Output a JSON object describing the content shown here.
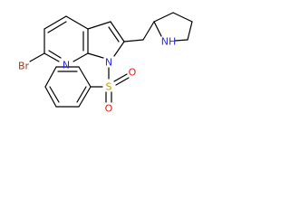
{
  "molecule": {
    "atoms": {
      "br": {
        "text": "Br",
        "color": "#9a3b1f"
      },
      "n_pyridine": {
        "text": "N",
        "color": "#2d2de0"
      },
      "n_pyrrole": {
        "text": "N",
        "color": "#2d2de0"
      },
      "s": {
        "text": "S",
        "color": "#b8a200"
      },
      "o_upper": {
        "text": "O",
        "color": "#e0221a"
      },
      "o_lower": {
        "text": "O",
        "color": "#e0221a"
      },
      "nh": {
        "text": "NH",
        "color": "#2d2de0"
      }
    },
    "bond_color": "#000000"
  }
}
